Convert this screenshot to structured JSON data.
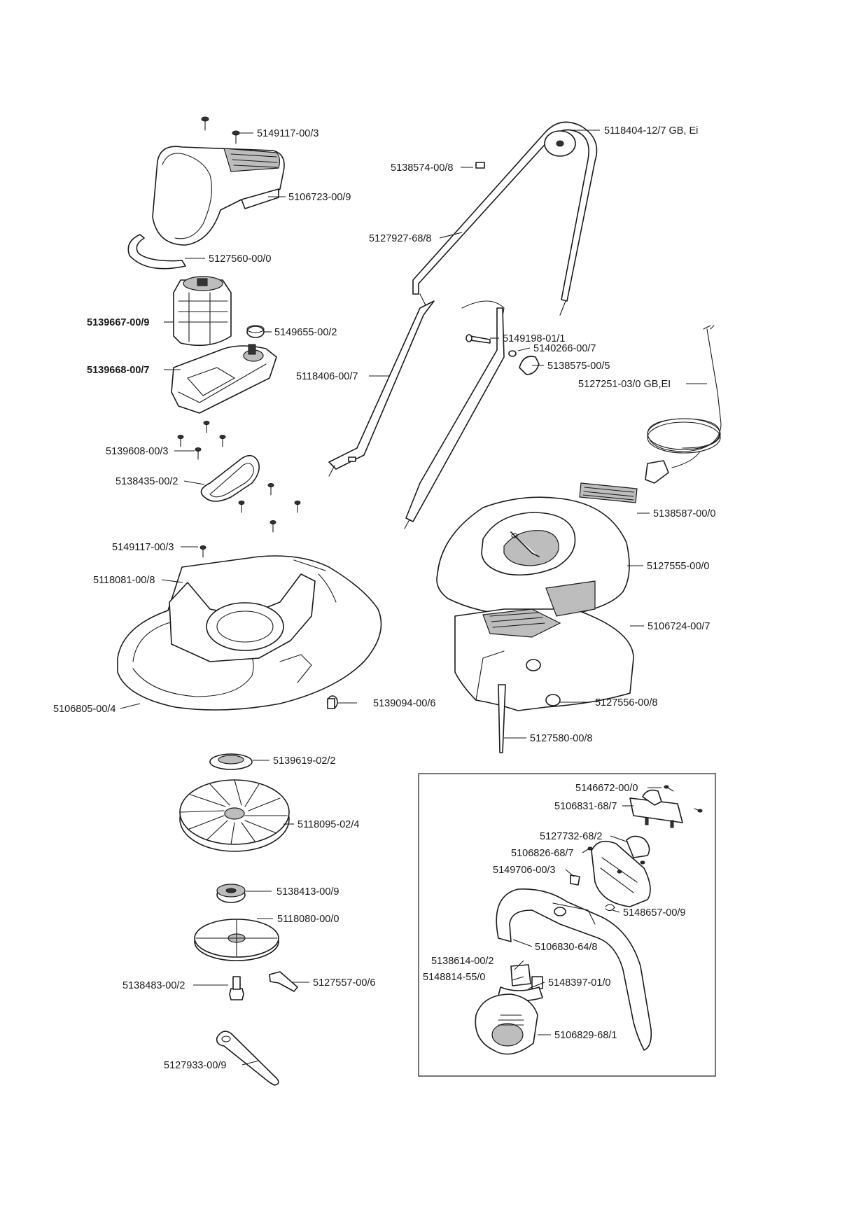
{
  "labels": {
    "p01": "5149117-00/3",
    "p02": "5106723-00/9",
    "p03": "5127560-00/0",
    "p04": "5139667-00/9",
    "p05": "5149655-00/2",
    "p06": "5139668-00/7",
    "p07": "5139608-00/3",
    "p08": "5138435-00/2",
    "p09": "5149117-00/3",
    "p10": "5118081-00/8",
    "p11": "5106805-00/4",
    "p12": "5139094-00/6",
    "p13": "5139619-02/2",
    "p14": "5118095-02/4",
    "p15": "5138413-00/9",
    "p16": "5118080-00/0",
    "p17": "5138483-00/2",
    "p18": "5127557-00/6",
    "p19": "5127933-00/9",
    "p20": "5118404-12/7 GB, Ei",
    "p21": "5138574-00/8",
    "p22": "5127927-68/8",
    "p23": "5149198-01/1",
    "p24": "5140266-00/7",
    "p25": "5138575-00/5",
    "p26": "5118406-00/7",
    "p27": "5127251-03/0 GB,EI",
    "p28": "5138587-00/0",
    "p29": "5127555-00/0",
    "p30": "5106724-00/7",
    "p31": "5127556-00/8",
    "p32": "5127580-00/8",
    "p33": "5146672-00/0",
    "p34": "5106831-68/7",
    "p35": "5127732-68/2",
    "p36": "5106826-68/7",
    "p37": "5149706-00/3",
    "p38": "5148657-00/9",
    "p39": "5106830-64/8",
    "p40": "5138614-00/2",
    "p41": "5148814-55/0",
    "p42": "5148397-01/0",
    "p43": "5106829-68/1"
  }
}
